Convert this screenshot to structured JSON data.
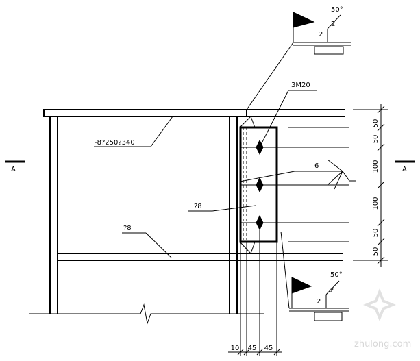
{
  "labels": {
    "bolt_spec": "3M20",
    "plate_spec": "-8?250?340",
    "weld_size": "6",
    "fillet_upper": "?8",
    "fillet_lower": "?8",
    "section_left": "A",
    "section_right": "A"
  },
  "weld_symbol_top": {
    "angle": "50°",
    "depth": "2",
    "gap": "2"
  },
  "weld_symbol_bottom": {
    "angle": "50°",
    "depth": "2",
    "gap": "2"
  },
  "right_dimensions": [
    "50",
    "50",
    "100",
    "100",
    "50",
    "50"
  ],
  "bottom_dimensions": [
    "10",
    "45",
    "45"
  ],
  "watermark": "zhulong.com"
}
